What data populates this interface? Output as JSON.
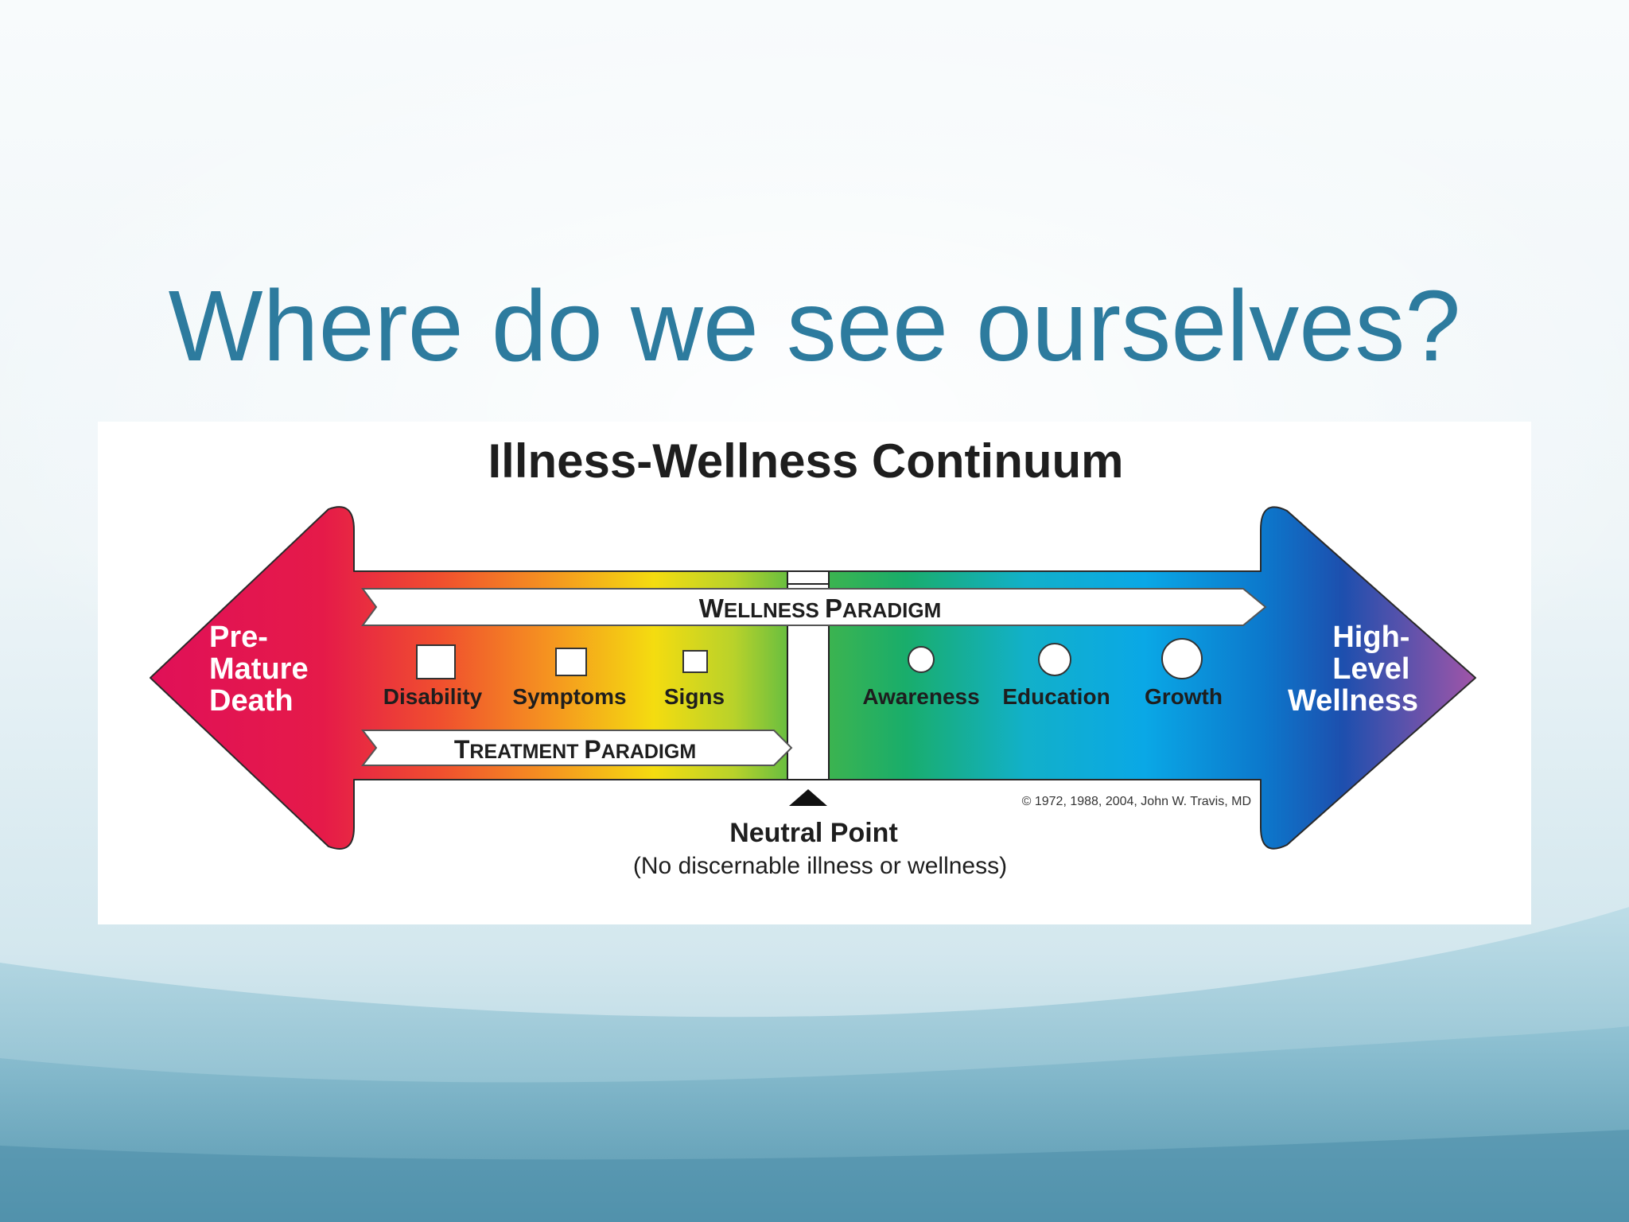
{
  "slide": {
    "title": "Where do we see ourselves?"
  },
  "diagram": {
    "title": "Illness-Wellness Continuum",
    "left_end": [
      "Pre-",
      "Mature",
      "Death"
    ],
    "right_end": [
      "High-",
      "Level",
      "Wellness"
    ],
    "wellness_paradigm": {
      "first_initial": "W",
      "first_rest": "ELLNESS",
      "second_initial": "P",
      "second_rest": "ARADIGM"
    },
    "treatment_paradigm": {
      "first_initial": "T",
      "first_rest": "REATMENT",
      "second_initial": "P",
      "second_rest": "ARADIGM"
    },
    "illness_stages": [
      "Disability",
      "Symptoms",
      "Signs"
    ],
    "wellness_stages": [
      "Awareness",
      "Education",
      "Growth"
    ],
    "neutral_point": "Neutral Point",
    "neutral_description": "(No discernable illness or wellness)",
    "copyright": "© 1972, 1988, 2004, John W. Travis, MD"
  },
  "colors": {
    "title": "#2d7b9e",
    "illness_end": "#e0105a",
    "wellness_end": "#1d4fae",
    "wellness_far_end": "#9a55a8"
  }
}
